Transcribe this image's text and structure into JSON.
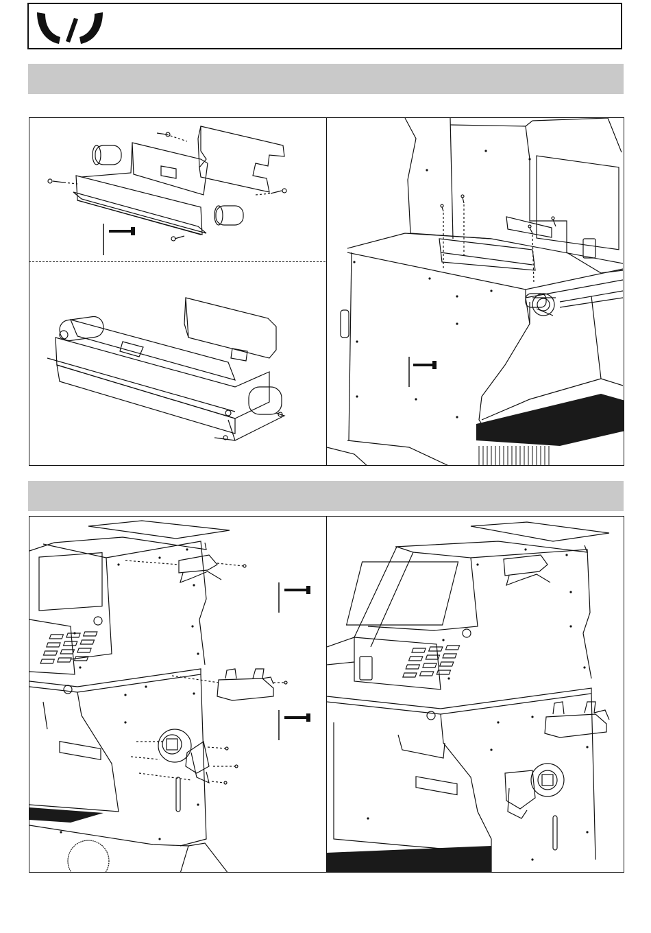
{
  "header": {
    "logo_icon": "brand-logo-icon"
  },
  "colors": {
    "line": "#111111",
    "band": "#c9c9c9",
    "fill_dark": "#1a1a1a",
    "fill_light": "#ffffff"
  },
  "figures": {
    "step1": [
      "bracket-exploded-view",
      "bracket-assembled-view",
      "bracket-mounted-on-machine"
    ],
    "step2": [
      "holders-exploded-on-machine",
      "holders-mounted-on-machine"
    ]
  },
  "icons": [
    "wrench-icon",
    "screw-icon",
    "roller-icon",
    "cable-holder-icon",
    "socket-icon",
    "vent-grille-icon",
    "display-window-icon"
  ]
}
